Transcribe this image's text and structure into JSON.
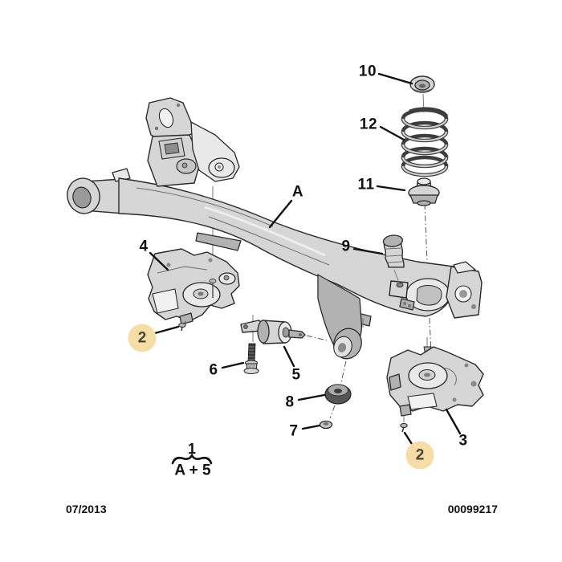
{
  "diagram": {
    "type": "exploded-parts-diagram",
    "subject": "Rear axle crossmember assembly",
    "assembly_label": "A",
    "part_labels": {
      "p2": "2",
      "p3": "3",
      "p4": "4",
      "p5": "5",
      "p6": "6",
      "p7": "7",
      "p8": "8",
      "p9": "9",
      "p10": "10",
      "p11": "11",
      "p12": "12"
    },
    "group_note": {
      "ref": "1",
      "formula": "A + 5"
    },
    "highlight": {
      "color": "#F6DDA6",
      "highlighted_part": "2"
    },
    "footer": {
      "date": "07/2013",
      "doc_number": "00099217"
    }
  }
}
